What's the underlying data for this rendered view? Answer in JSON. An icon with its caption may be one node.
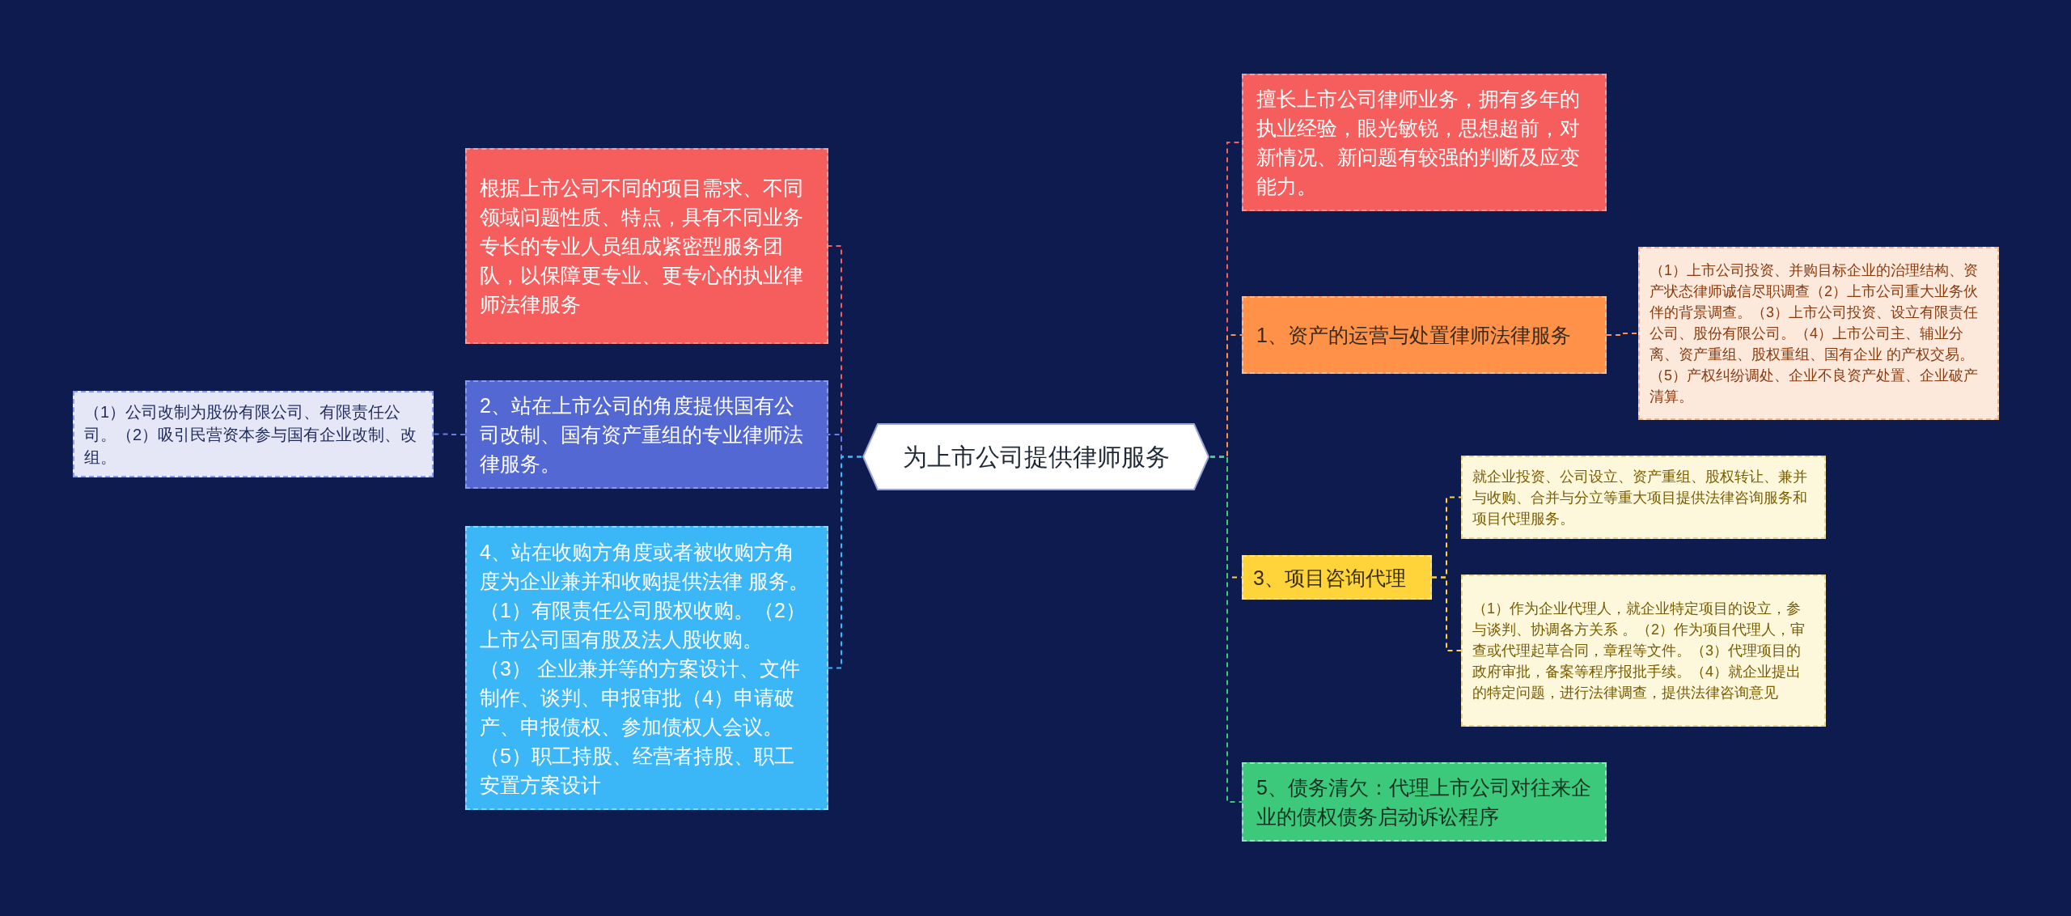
{
  "diagram": {
    "nodes": [
      {
        "text": [
          "为上市公司提供律师服务"
        ]
      },
      {
        "text": [
          "根据上市公司不同的项目需求、不同领域问题性质、特点，具有不同业务专长的专业人员组成紧密型服务团队，以保障更专业、更专心的执业律师法律服务"
        ]
      },
      {
        "text": [
          "2、站在上市公司的角度提供国有公司改制、国有资产重组的专业律师法律服务。"
        ]
      },
      {
        "text": [
          "（1）公司改制为股份有限公司、有限责任公司。（2）吸引民营资本参与国有企业改制、改组。"
        ]
      },
      {
        "text": [
          "4、站在收购方角度或者被收购方角度为企业兼并和收购提供法律 服务。（1）有限责任公司股权收购。（2）上市公司国有股及法人股收购。（3） 企业兼并等的方案设计、文件制作、谈判、申报审批（4）申请破产、申报债权、参加债权人会议。（5）职工持股、经营者持股、职工安置方案设计"
        ]
      },
      {
        "text": [
          "擅长上市公司律师业务，拥有多年的执业经验，眼光敏锐，思想超前，对新情况、新问题有较强的判断及应变能力。"
        ]
      },
      {
        "text": [
          "1、资产的运营与处置律师法律服务"
        ]
      },
      {
        "text": [
          "（1）上市公司投资、并购目标企业的治理结构、资产状态律师诚信尽职调查（2）上市公司重大业务伙伴的背景调查。（3）上市公司投资、设立有限责任公司、股份有限公司。（4）上市公司主、辅业分离、资产重组、股权重组、国有企业 的产权交易。（5）产权纠纷调处、企业不良资产处置、企业破产清算。"
        ]
      },
      {
        "text": [
          "3、项目咨询代理"
        ]
      },
      {
        "text": [
          "就企业投资、公司设立、资产重组、股权转让、兼并与收购、合并与分立等重大项目提供法律咨询服务和项目代理服务。"
        ]
      },
      {
        "text": [
          "（1）作为企业代理人，就企业特定项目的设立，参与谈判、协调各方关系 。（2）作为项目代理人，审查或代理起草合同，章程等文件。（3）代理项目的政府审批，备案等程序报批手续。（4）就企业提出的特定问题，进行法律调查，提供法律咨询意见"
        ]
      },
      {
        "text": [
          "5、债务清欠：代理上市公司对往来企业的债权债务启动诉讼程序"
        ]
      }
    ],
    "edges": [
      {
        "from": 0,
        "to": 1,
        "arrow": "none",
        "style": "dashed",
        "color": "#f65e5e"
      },
      {
        "from": 0,
        "to": 2,
        "arrow": "none",
        "style": "dashed",
        "color": "#6b7fe0"
      },
      {
        "from": 2,
        "to": 3,
        "arrow": "none",
        "style": "dashed",
        "color": "#6b7fe0"
      },
      {
        "from": 0,
        "to": 4,
        "arrow": "none",
        "style": "dashed",
        "color": "#3bb6f7"
      },
      {
        "from": 0,
        "to": 5,
        "arrow": "none",
        "style": "dashed",
        "color": "#f65e5e"
      },
      {
        "from": 0,
        "to": 6,
        "arrow": "none",
        "style": "dashed",
        "color": "#ff9149"
      },
      {
        "from": 6,
        "to": 7,
        "arrow": "none",
        "style": "dashed",
        "color": "#ff9149"
      },
      {
        "from": 0,
        "to": 8,
        "arrow": "none",
        "style": "dashed",
        "color": "#ffd43b"
      },
      {
        "from": 8,
        "to": 9,
        "arrow": "none",
        "style": "dashed",
        "color": "#ffd43b"
      },
      {
        "from": 8,
        "to": 10,
        "arrow": "none",
        "style": "dashed",
        "color": "#ffd43b"
      },
      {
        "from": 0,
        "to": 11,
        "arrow": "none",
        "style": "dashed",
        "color": "#3cc97c"
      }
    ]
  }
}
